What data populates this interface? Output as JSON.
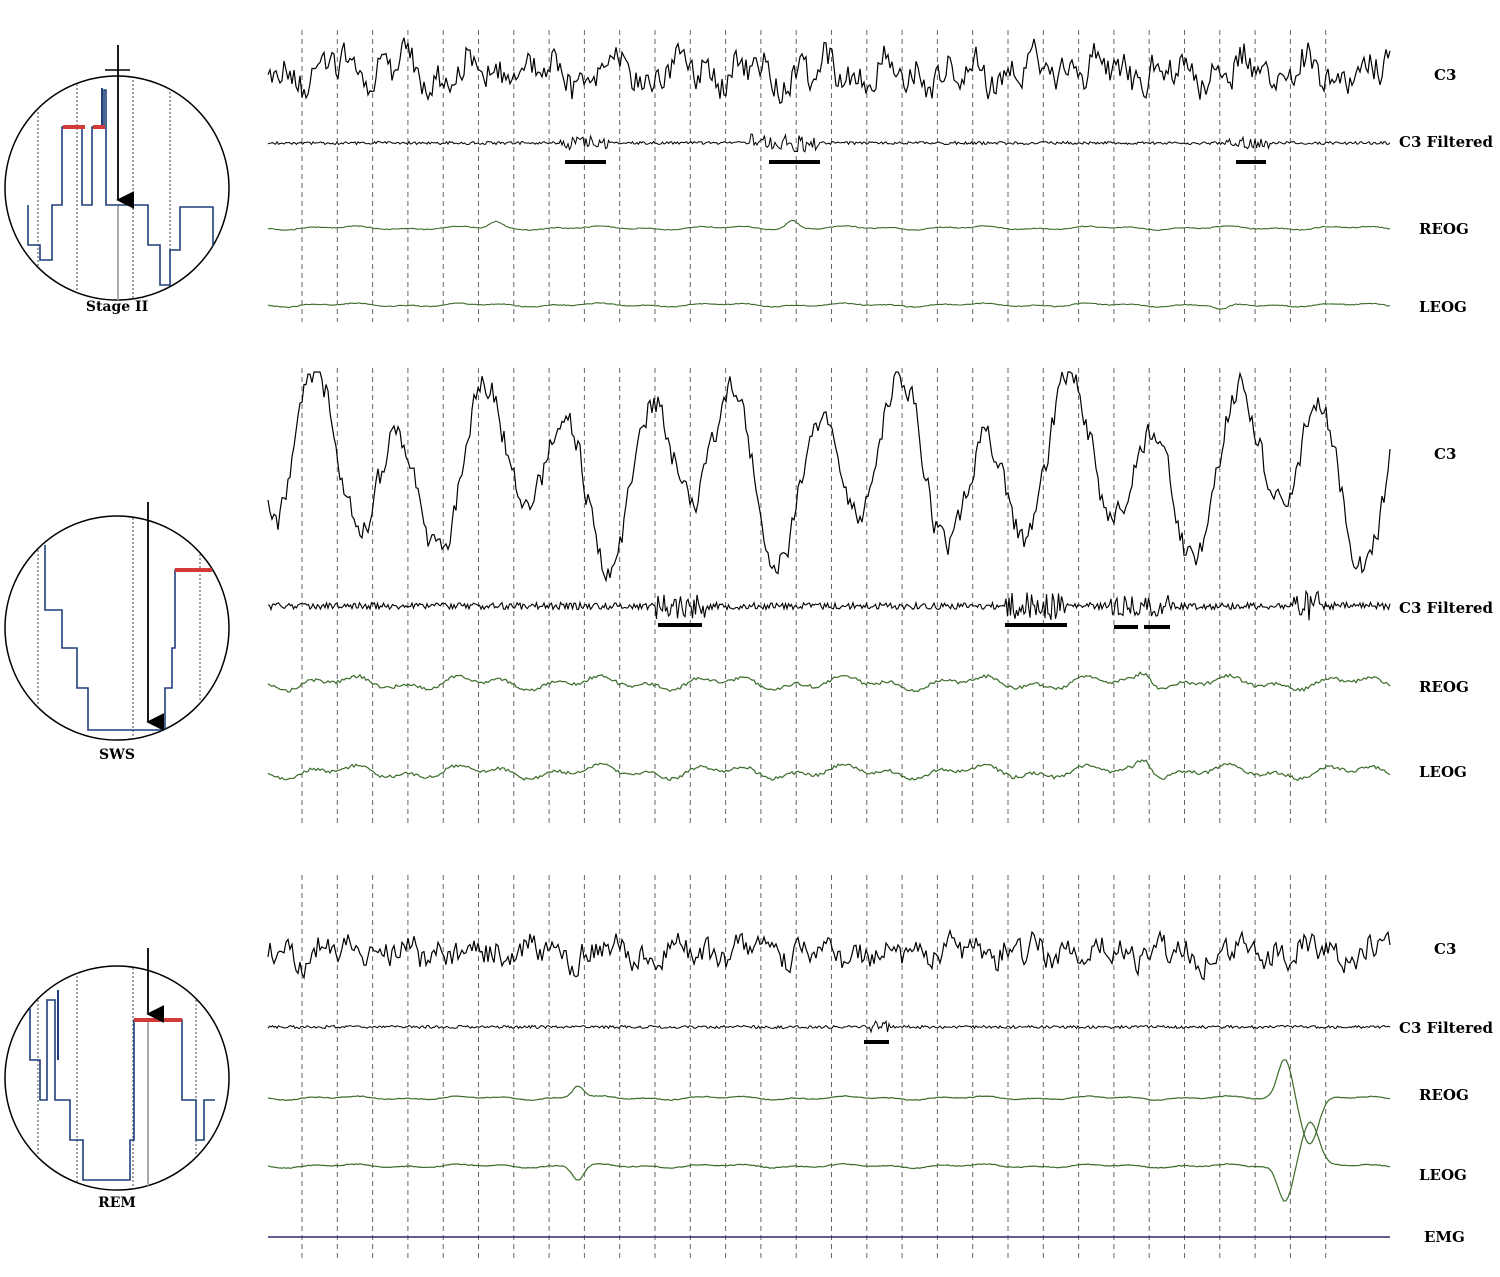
{
  "panels": [
    {
      "id": "stage2",
      "stage_label": "Stage II",
      "channels": [
        {
          "label": "C3",
          "type": "eeg"
        },
        {
          "label": "C3 Filtered",
          "type": "filtered"
        },
        {
          "label": "REOG",
          "type": "eog"
        },
        {
          "label": "LEOG",
          "type": "eog"
        }
      ],
      "spindle_markers": 3
    },
    {
      "id": "sws",
      "stage_label": "SWS",
      "channels": [
        {
          "label": "C3",
          "type": "eeg"
        },
        {
          "label": "C3 Filtered",
          "type": "filtered"
        },
        {
          "label": "REOG",
          "type": "eog"
        },
        {
          "label": "LEOG",
          "type": "eog"
        }
      ],
      "spindle_markers": 4
    },
    {
      "id": "rem",
      "stage_label": "REM",
      "channels": [
        {
          "label": "C3",
          "type": "eeg"
        },
        {
          "label": "C3 Filtered",
          "type": "filtered"
        },
        {
          "label": "REOG",
          "type": "eog"
        },
        {
          "label": "LEOG",
          "type": "eog"
        },
        {
          "label": "EMG",
          "type": "emg"
        }
      ],
      "spindle_markers": 1
    }
  ],
  "colors": {
    "eeg": "#000000",
    "eog": "#3a6b2a",
    "emg": "#2a2a6b",
    "hypnogram": "#1f3f7a",
    "rem_bar": "#d23a3a",
    "grid": "#555555"
  }
}
